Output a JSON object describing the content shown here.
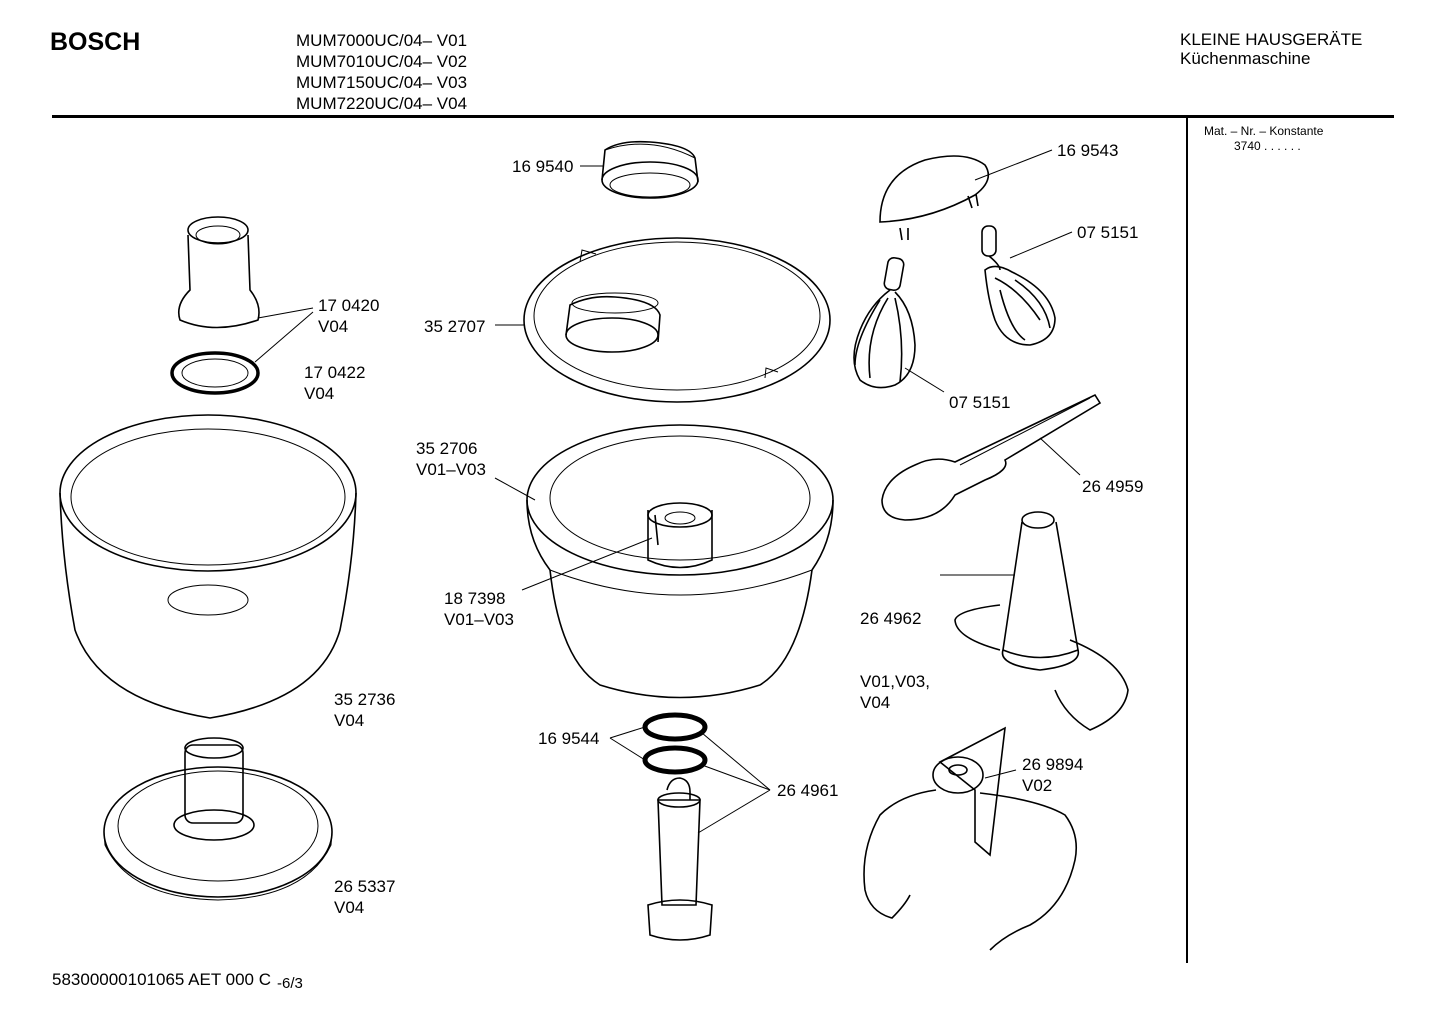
{
  "header": {
    "brand": "BOSCH",
    "models": [
      "MUM7000UC/04– V01",
      "MUM7010UC/04– V02",
      "MUM7150UC/04– V03",
      "MUM7220UC/04– V04"
    ],
    "category": "KLEINE HAUSGERÄTE",
    "product": "Küchenmaschine"
  },
  "side_panel": {
    "heading": "Mat. – Nr. – Konstante",
    "value": "3740 . .   . . . ."
  },
  "parts": [
    {
      "number": "16 9540",
      "variant": ""
    },
    {
      "number": "16 9543",
      "variant": ""
    },
    {
      "number": "07 5151",
      "variant": ""
    },
    {
      "number": "17 0420",
      "variant": "V04"
    },
    {
      "number": "35 2707",
      "variant": ""
    },
    {
      "number": "17 0422",
      "variant": "V04"
    },
    {
      "number": "07 5151",
      "variant": ""
    },
    {
      "number": "35 2706",
      "variant": "V01–V03"
    },
    {
      "number": "26 4959",
      "variant": ""
    },
    {
      "number": "26 4962",
      "variant": "V01,V03,\nV04"
    },
    {
      "number": "18 7398",
      "variant": "V01–V03"
    },
    {
      "number": "35 2736",
      "variant": "V04"
    },
    {
      "number": "16 9544",
      "variant": ""
    },
    {
      "number": "26 9894",
      "variant": "V02"
    },
    {
      "number": "26 4961",
      "variant": ""
    },
    {
      "number": "26 5337",
      "variant": "V04"
    }
  ],
  "footer": {
    "code": "58300000101065 AET 000 C",
    "page": "-6/3"
  }
}
